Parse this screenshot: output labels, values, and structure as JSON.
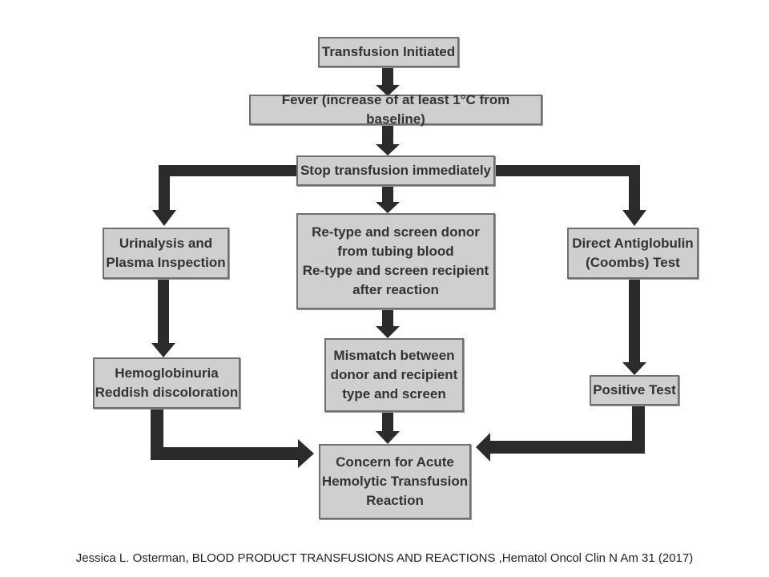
{
  "nodes": {
    "transfusion_initiated": "Transfusion Initiated",
    "fever": "Fever (increase of at least 1°C from baseline)",
    "stop_transfusion": "Stop transfusion immediately",
    "urinalysis": "Urinalysis and\nPlasma Inspection",
    "retype": "Re-type and screen donor\nfrom tubing blood\nRe-type and screen recipient\nafter reaction",
    "dat": "Direct Antiglobulin\n(Coombs) Test",
    "hemoglobinuria": "Hemoglobinuria\nReddish discoloration",
    "mismatch": "Mismatch between\ndonor and recipient\ntype and screen",
    "positive_test": "Positive Test",
    "concern": "Concern for Acute\nHemolytic Transfusion\nReaction"
  },
  "citation": "Jessica L. Osterman, BLOOD PRODUCT TRANSFUSIONS AND REACTIONS ,Hematol Oncol Clin N Am 31 (2017)",
  "colors": {
    "box_fill": "#cfcfcf",
    "box_border": "#6f6f6f",
    "arrow": "#2b2b2b",
    "text": "#333333"
  }
}
